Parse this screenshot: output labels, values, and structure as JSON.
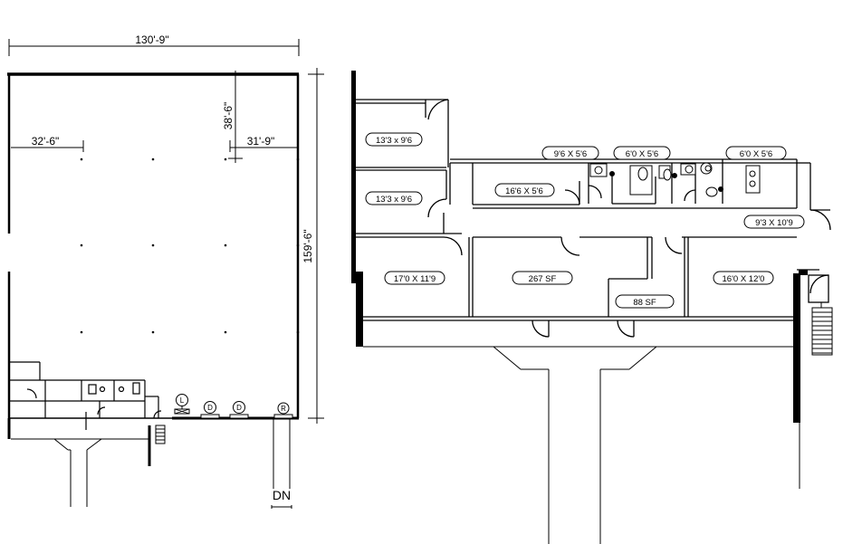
{
  "overall_plan": {
    "dimensions": {
      "overall_width": "130'-9\"",
      "depth": "159'-6\"",
      "office_depth": "38'-6\"",
      "left_column_spacing": "32'-6\"",
      "right_column_spacing": "31'-9\""
    },
    "door_markers": [
      "L",
      "D",
      "D",
      "R"
    ],
    "stair_label": "DN"
  },
  "office_plan": {
    "rooms": [
      "13'3 x 9'6",
      "13'3 x 9'6",
      "16'6 X 5'6",
      "9'6 X 5'6",
      "6'0 X 5'6",
      "6'0 X 5'6",
      "9'3 X 10'9",
      "17'0 X 11'9",
      "267 SF",
      "88 SF",
      "16'0 X 12'0"
    ]
  }
}
